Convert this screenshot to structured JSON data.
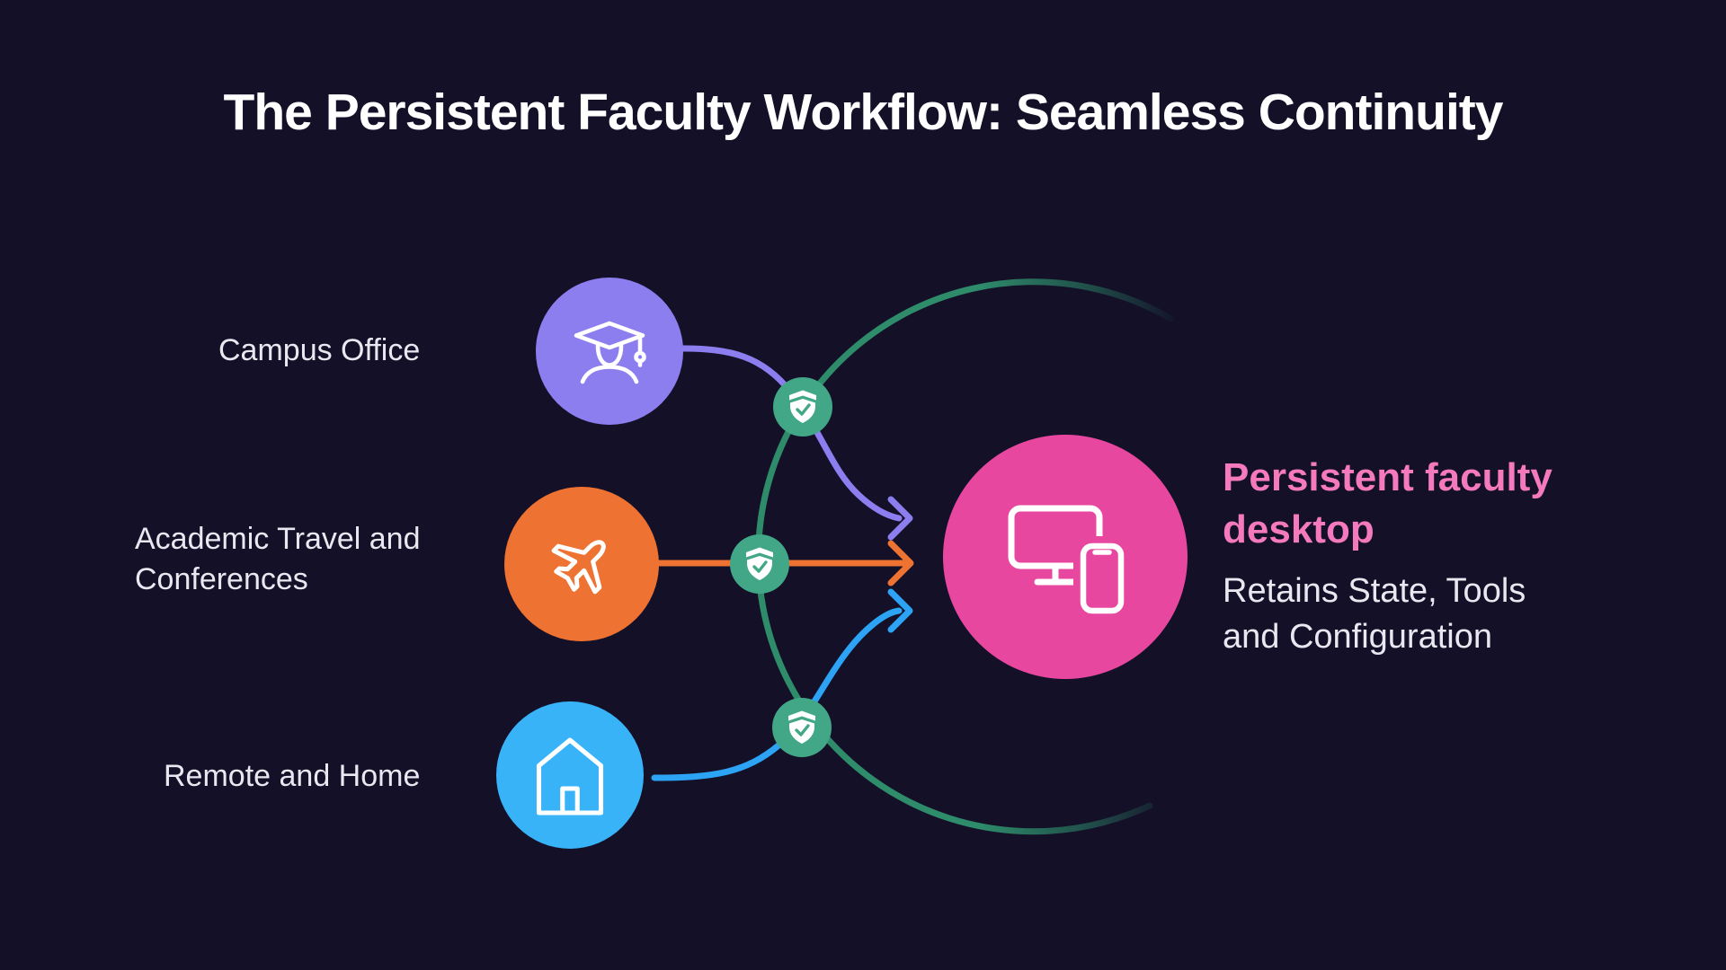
{
  "title": "The Persistent Faculty Workflow: Seamless Continuity",
  "sources": [
    {
      "label": "Campus Office",
      "icon": "graduation-cap-icon",
      "color": "#8d7ef0"
    },
    {
      "label": "Academic Travel and Conferences",
      "icon": "airplane-icon",
      "color": "#ee7231"
    },
    {
      "label": "Remote and Home",
      "icon": "house-icon",
      "color": "#38b3f8"
    }
  ],
  "target": {
    "heading": "Persistent faculty desktop",
    "description": "Retains State, Tools and Configuration",
    "icon": "desktop-and-phone-icon",
    "color": "#e8479f",
    "heading_color": "#f479bd"
  },
  "security": {
    "icon": "shield-check-icon",
    "count": 3,
    "color": "#42a787"
  },
  "connectors": [
    {
      "from": "Campus Office",
      "to": "Persistent faculty desktop",
      "color": "#8d7ef0"
    },
    {
      "from": "Academic Travel and Conferences",
      "to": "Persistent faculty desktop",
      "color": "#ee7231"
    },
    {
      "from": "Remote and Home",
      "to": "Persistent faculty desktop",
      "color": "#2da3f5"
    }
  ],
  "colors": {
    "background": "#131028",
    "title_text": "#ffffff",
    "label_text": "#e9e8f0",
    "arc_teal": "#2e8c6b"
  }
}
